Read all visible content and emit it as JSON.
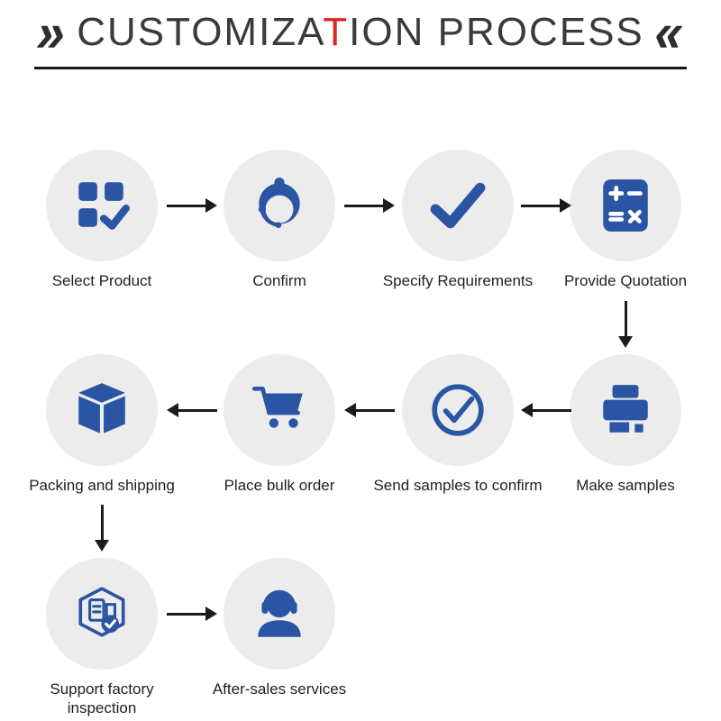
{
  "title": {
    "left_mark": "»",
    "right_mark": "«",
    "text_pre": "CUSTOMIZA",
    "text_highlight": "T",
    "text_post": "ION PROCESS"
  },
  "colors": {
    "icon_blue": "#2a54a4",
    "circle_bg": "#ececec",
    "arrow": "#1b1b1b",
    "title_text": "#3a3a3a",
    "title_highlight": "#e02426",
    "label_text": "#1f1f1f",
    "divider": "#191919"
  },
  "steps": [
    {
      "label": "Select Product",
      "icon": "grid-check-icon"
    },
    {
      "label": "Confirm",
      "icon": "customer-service-icon"
    },
    {
      "label": "Specify Requirements",
      "icon": "checkmark-icon"
    },
    {
      "label": "Provide Quotation",
      "icon": "calculator-icon"
    },
    {
      "label": "Make samples",
      "icon": "printer-icon"
    },
    {
      "label": "Send samples to confirm",
      "icon": "circle-check-icon"
    },
    {
      "label": "Place bulk order",
      "icon": "shopping-cart-icon"
    },
    {
      "label": "Packing and shipping",
      "icon": "package-box-icon"
    },
    {
      "label": "Support factory inspection",
      "icon": "factory-inspection-icon"
    },
    {
      "label": "After-sales services",
      "icon": "headset-person-icon"
    }
  ]
}
